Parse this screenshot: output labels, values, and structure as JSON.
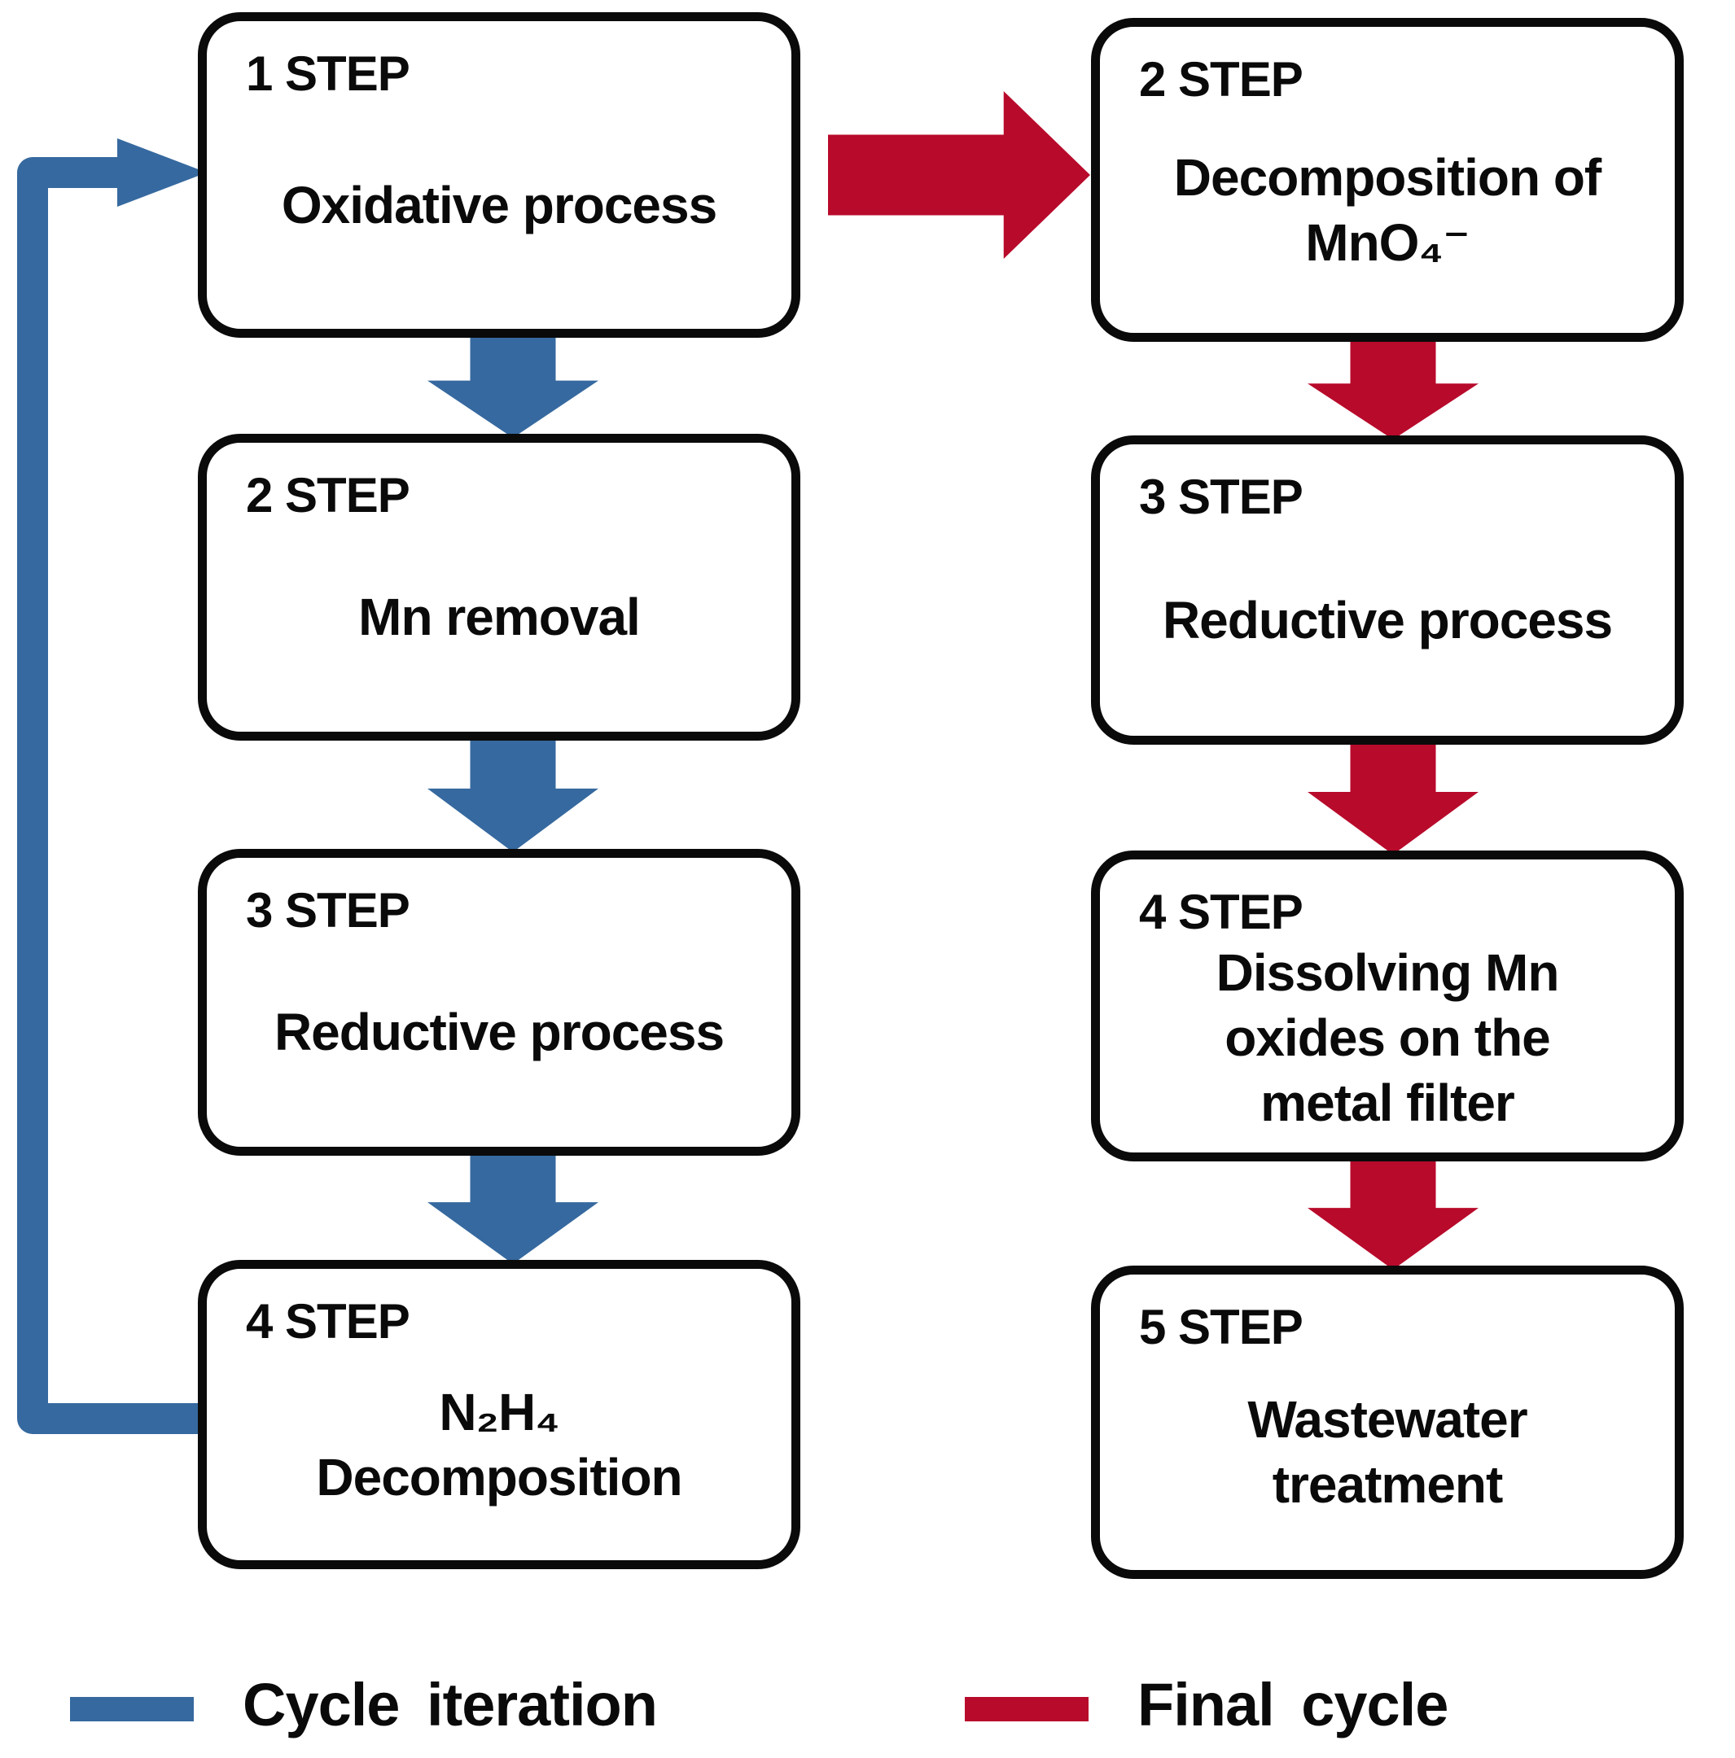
{
  "diagram": {
    "colors": {
      "cycle_iteration_blue": "#36699F",
      "final_cycle_red": "#B80A2B",
      "box_border": "#0A0A0A",
      "background": "#FFFFFF",
      "text": "#0A0A0A"
    },
    "left_column": {
      "steps": [
        {
          "label": "1 STEP",
          "text": "Oxidative process"
        },
        {
          "label": "2 STEP",
          "text": "Mn removal"
        },
        {
          "label": "3 STEP",
          "text": "Reductive process"
        },
        {
          "label": "4 STEP",
          "text": "N₂H₄\nDecomposition"
        }
      ]
    },
    "right_column": {
      "steps": [
        {
          "label": "2 STEP",
          "text": "Decomposition of\nMnO₄⁻"
        },
        {
          "label": "3 STEP",
          "text": "Reductive process"
        },
        {
          "label": "4 STEP",
          "text": "Dissolving Mn\noxides on the\nmetal filter"
        },
        {
          "label": "5 STEP",
          "text": "Wastewater\ntreatment"
        }
      ]
    },
    "connections": {
      "cycle_loop": {
        "from": "left 4 STEP",
        "to": "left 1 STEP",
        "style": "cycle_iteration"
      },
      "final_transition": {
        "from": "left 1 STEP",
        "to": "right 2 STEP",
        "style": "final_cycle"
      },
      "left_down_arrows": [
        "1→2",
        "2→3",
        "3→4"
      ],
      "right_down_arrows": [
        "2→3",
        "3→4",
        "4→5"
      ]
    },
    "legend": [
      {
        "label": "Cycle iteration",
        "color": "#36699F"
      },
      {
        "label": "Final cycle",
        "color": "#B80A2B"
      }
    ]
  }
}
